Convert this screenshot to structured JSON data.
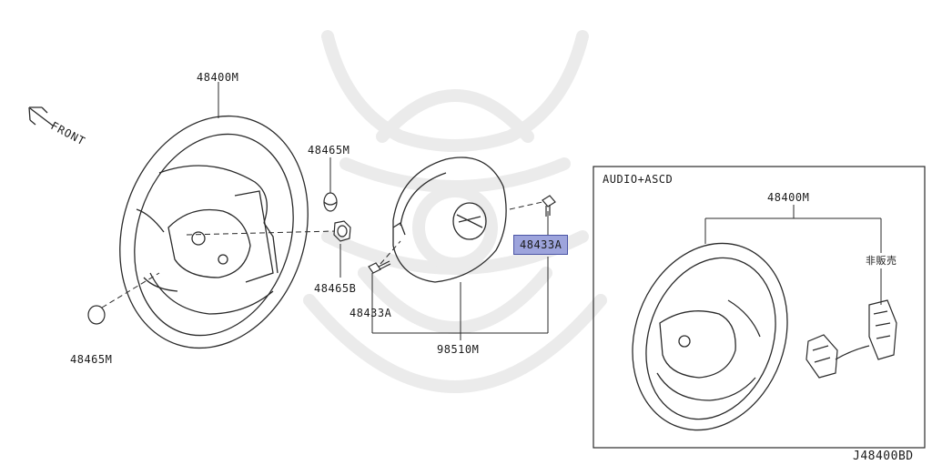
{
  "diagram": {
    "front_label": "FRONT",
    "box_title": "AUDIO+ASCD",
    "diagram_code": "J48400BD",
    "callouts": {
      "steering_wheel_main": "48400M",
      "steering_wheel_box": "48400M",
      "cap_48465m_top": "48465M",
      "cap_48465m_bottom": "48465M",
      "nut_48465b": "48465B",
      "bolt_48433a_left": "48433A",
      "bolt_48433a_right": "48433A",
      "airbag_98510m": "98510M",
      "not_sold": "非販売"
    },
    "colors": {
      "line": "#2a2a2a",
      "highlight_fill": "#9da4dc",
      "highlight_border": "#4b55a5",
      "watermark": "#ebebeb"
    }
  }
}
